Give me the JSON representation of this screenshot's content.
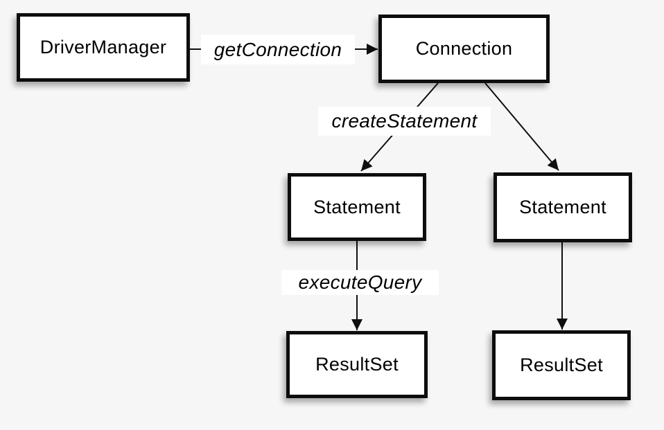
{
  "colors": {
    "background": "#f6f6f6",
    "node_fill": "#ffffff",
    "node_border": "#0d0d0d",
    "edge_stroke": "#0f0f0f",
    "label_background": "#ffffff",
    "text": "#000000"
  },
  "diagram": {
    "type": "flow-diagram",
    "nodes": [
      {
        "id": "driver-manager",
        "label": "DriverManager"
      },
      {
        "id": "connection",
        "label": "Connection"
      },
      {
        "id": "statement-left",
        "label": "Statement"
      },
      {
        "id": "statement-right",
        "label": "Statement"
      },
      {
        "id": "resultset-left",
        "label": "ResultSet"
      },
      {
        "id": "resultset-right",
        "label": "ResultSet"
      }
    ],
    "edges": [
      {
        "from": "driver-manager",
        "to": "connection",
        "label": "getConnection",
        "label_style": "italic"
      },
      {
        "from": "connection",
        "to": "statement-left",
        "label": "createStatement",
        "label_style": "italic"
      },
      {
        "from": "connection",
        "to": "statement-right",
        "label": ""
      },
      {
        "from": "statement-left",
        "to": "resultset-left",
        "label": "executeQuery",
        "label_style": "italic"
      },
      {
        "from": "statement-right",
        "to": "resultset-right",
        "label": ""
      }
    ]
  }
}
